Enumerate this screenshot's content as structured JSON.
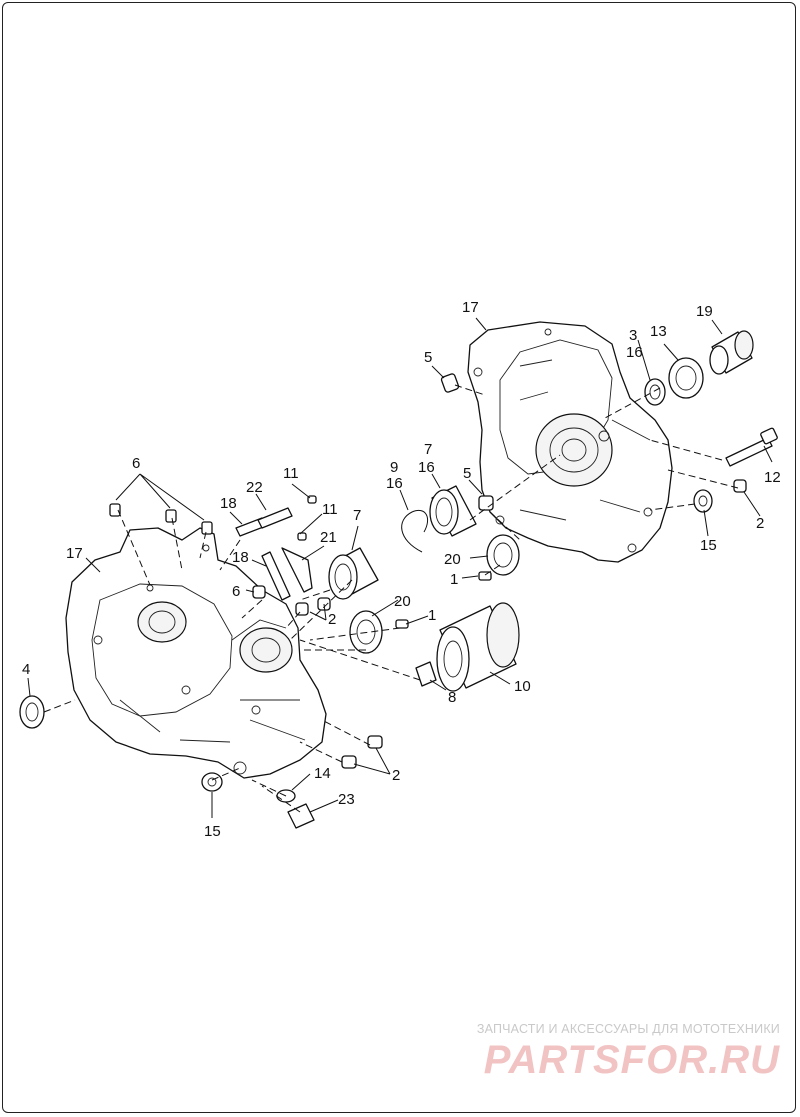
{
  "diagram": {
    "callouts": [
      {
        "id": "c17a",
        "text": "17"
      },
      {
        "id": "c19",
        "text": "19"
      },
      {
        "id": "c3",
        "text": "3"
      },
      {
        "id": "c13",
        "text": "13"
      },
      {
        "id": "c16a",
        "text": "16"
      },
      {
        "id": "c5a",
        "text": "5"
      },
      {
        "id": "c7a",
        "text": "7"
      },
      {
        "id": "c9",
        "text": "9"
      },
      {
        "id": "c16b",
        "text": "16"
      },
      {
        "id": "c16c",
        "text": "16"
      },
      {
        "id": "c5b",
        "text": "5"
      },
      {
        "id": "c12",
        "text": "12"
      },
      {
        "id": "c2a",
        "text": "2"
      },
      {
        "id": "c15a",
        "text": "15"
      },
      {
        "id": "c20a",
        "text": "20"
      },
      {
        "id": "c1a",
        "text": "1"
      },
      {
        "id": "c6a",
        "text": "6"
      },
      {
        "id": "c11a",
        "text": "11"
      },
      {
        "id": "c22",
        "text": "22"
      },
      {
        "id": "c18a",
        "text": "18"
      },
      {
        "id": "c11b",
        "text": "11"
      },
      {
        "id": "c7b",
        "text": "7"
      },
      {
        "id": "c21",
        "text": "21"
      },
      {
        "id": "c17b",
        "text": "17"
      },
      {
        "id": "c18b",
        "text": "18"
      },
      {
        "id": "c6b",
        "text": "6"
      },
      {
        "id": "c2b",
        "text": "2"
      },
      {
        "id": "c20b",
        "text": "20"
      },
      {
        "id": "c1b",
        "text": "1"
      },
      {
        "id": "c4",
        "text": "4"
      },
      {
        "id": "c8",
        "text": "8"
      },
      {
        "id": "c10",
        "text": "10"
      },
      {
        "id": "c14",
        "text": "14"
      },
      {
        "id": "c2c",
        "text": "2"
      },
      {
        "id": "c23",
        "text": "23"
      },
      {
        "id": "c15b",
        "text": "15"
      }
    ]
  },
  "watermark": {
    "caption": "ЗАПЧАСТИ И АКСЕССУАРЫ ДЛЯ МОТОТЕХНИКИ",
    "logo": "PARTSFOR.RU"
  },
  "colors": {
    "line": "#111111",
    "watermark_caption": "#c9c9c9",
    "watermark_logo": "#f1c3c3"
  }
}
